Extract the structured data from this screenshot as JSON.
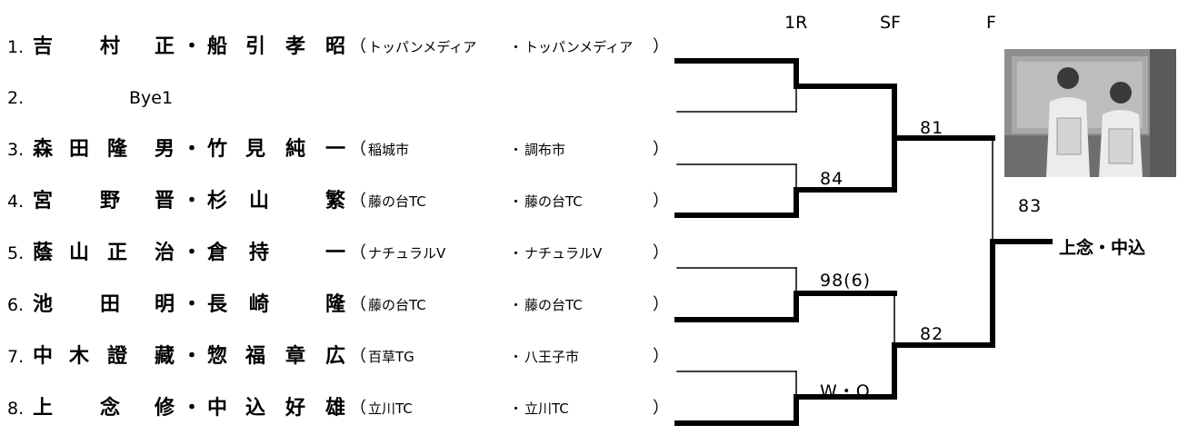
{
  "rounds": [
    "1R",
    "SF",
    "F"
  ],
  "entries": [
    {
      "num": "1.",
      "n1": [
        "吉",
        "村",
        "正"
      ],
      "n2": [
        "船",
        "引",
        "孝",
        "昭"
      ],
      "club1": "トッパンメディア",
      "club2": "トッパンメディア"
    },
    {
      "num": "2.",
      "bye": "Bye1"
    },
    {
      "num": "3.",
      "n1": [
        "森",
        "田",
        "隆",
        "男"
      ],
      "n2": [
        "竹",
        "見",
        "純",
        "一"
      ],
      "club1": "稲城市",
      "club2": "調布市"
    },
    {
      "num": "4.",
      "n1": [
        "宮",
        "野",
        "晋"
      ],
      "n2": [
        "杉",
        "山",
        "繁"
      ],
      "club1": "藤の台TC",
      "club2": "藤の台TC"
    },
    {
      "num": "5.",
      "n1": [
        "蔭",
        "山",
        "正",
        "治"
      ],
      "n2": [
        "倉",
        "持",
        "一"
      ],
      "club1": "ナチュラルV",
      "club2": "ナチュラルV"
    },
    {
      "num": "6.",
      "n1": [
        "池",
        "田",
        "明"
      ],
      "n2": [
        "長",
        "崎",
        "隆"
      ],
      "club1": "藤の台TC",
      "club2": "藤の台TC"
    },
    {
      "num": "7.",
      "n1": [
        "中",
        "木",
        "證",
        "藏"
      ],
      "n2": [
        "惣",
        "福",
        "章",
        "広"
      ],
      "club1": "百草TG",
      "club2": "八王子市"
    },
    {
      "num": "8.",
      "n1": [
        "上",
        "念",
        "修"
      ],
      "n2": [
        "中",
        "込",
        "好",
        "雄"
      ],
      "club1": "立川TC",
      "club2": "立川TC"
    }
  ],
  "separator": "・",
  "paren_open": "（",
  "paren_close": "）",
  "scores": {
    "r1_m2": "84",
    "r1_m3": "98(6)",
    "r1_m4": "W・O",
    "sf1": "81",
    "sf2": "82",
    "final": "83"
  },
  "champion": "上念・中込",
  "photo": "photo of two winning players holding certificates",
  "colors": {
    "line": "#000000",
    "background": "#ffffff"
  }
}
